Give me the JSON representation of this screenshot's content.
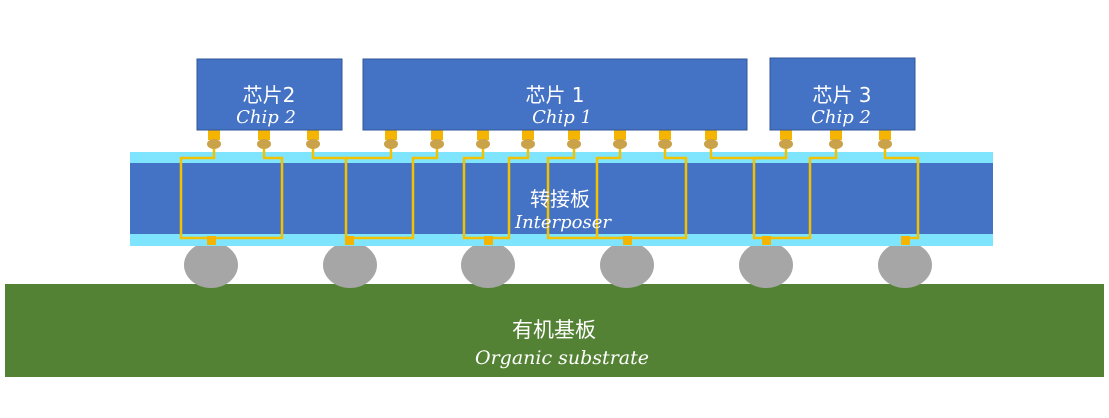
{
  "colors": {
    "chip": "#4472c4",
    "chip_border": "#2f5597",
    "interposer": "#4472c4",
    "interposer_cladding": "#7fe5ff",
    "substrate": "#548235",
    "bump": "#f4b400",
    "trace": "#f2c200",
    "solder_ball": "#a6a6a6"
  },
  "chips": [
    {
      "label_cn": "芯片2",
      "label_en": "Chip 2"
    },
    {
      "label_cn": "芯片 1",
      "label_en": "Chip 1"
    },
    {
      "label_cn": "芯片 3",
      "label_en": "Chip 2"
    }
  ],
  "interposer": {
    "label_cn": "转接板",
    "label_en": "Interposer"
  },
  "substrate": {
    "label_cn": "有机基板",
    "label_en": "Organic substrate"
  }
}
